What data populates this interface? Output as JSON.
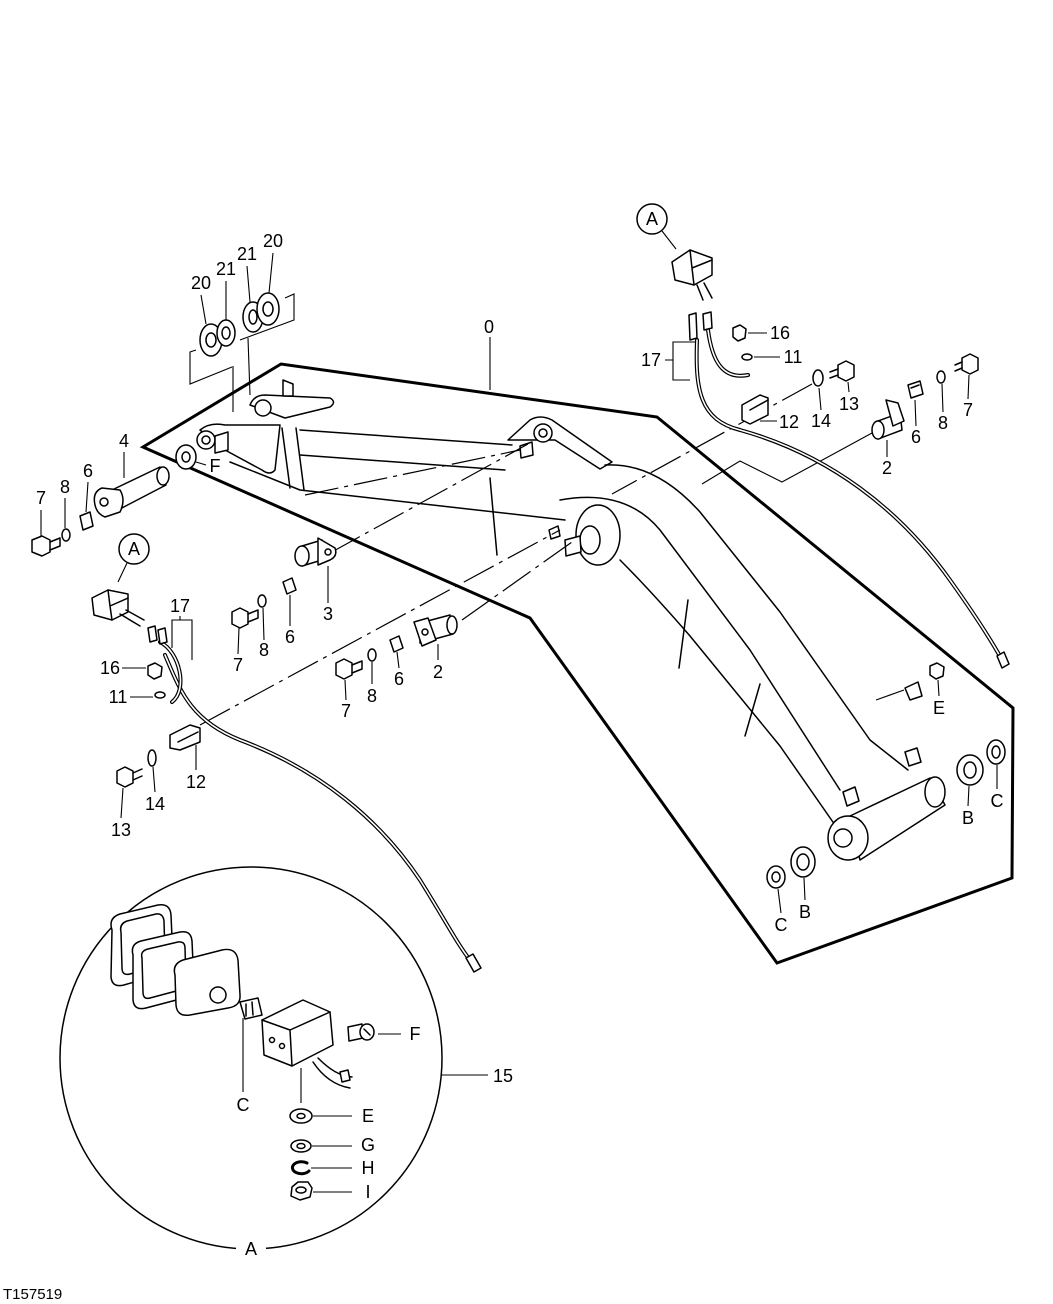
{
  "figure_id": "T157519",
  "colors": {
    "ink": "#000000",
    "paper": "#ffffff"
  },
  "callouts": [
    "A",
    "20",
    "21",
    "21",
    "20",
    "0",
    "17",
    "16",
    "11",
    "13",
    "14",
    "12",
    "6",
    "8",
    "7",
    "2",
    "4",
    "F",
    "7",
    "8",
    "6",
    "A",
    "17",
    "7",
    "8",
    "6",
    "3",
    "16",
    "11",
    "7",
    "8",
    "6",
    "2",
    "E",
    "12",
    "14",
    "13",
    "B",
    "C",
    "C",
    "B",
    "F",
    "15",
    "C",
    "E",
    "G",
    "H",
    "I",
    "A"
  ]
}
